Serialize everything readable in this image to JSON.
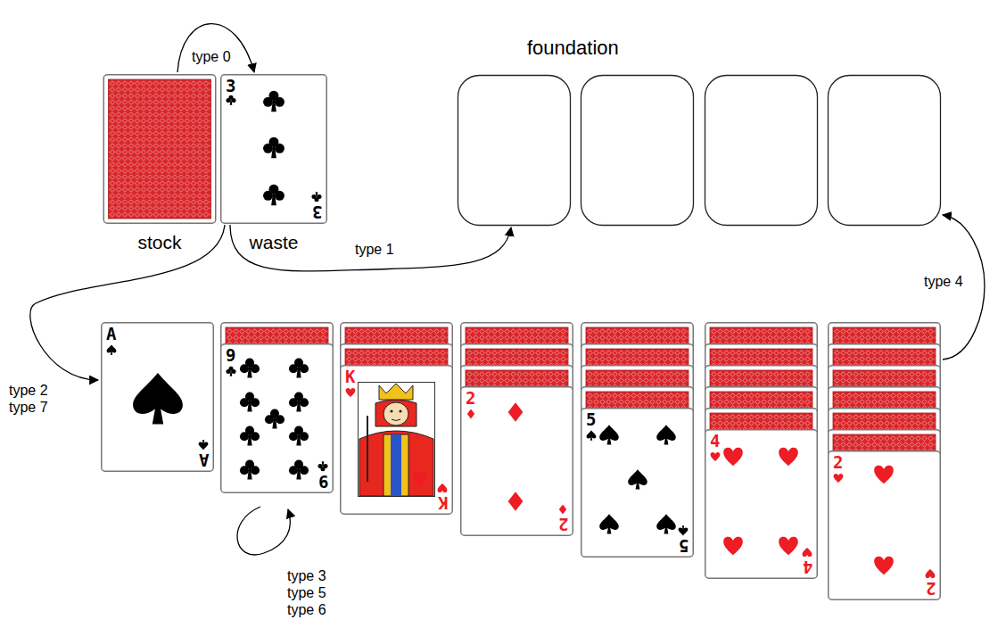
{
  "diagram": {
    "nodes": [
      {
        "text": [
          "stock"
        ]
      },
      {
        "text": [
          "3",
          "3",
          "waste"
        ]
      },
      {
        "text": [
          "foundation"
        ]
      },
      {
        "text": [
          "A",
          "A"
        ]
      },
      {
        "text": [
          "9",
          "9"
        ]
      },
      {
        "text": [
          "K",
          "K"
        ]
      },
      {
        "text": [
          "2",
          "2"
        ]
      },
      {
        "text": [
          "5",
          "5"
        ]
      },
      {
        "text": [
          "4",
          "4"
        ]
      },
      {
        "text": [
          "2",
          "2"
        ]
      }
    ],
    "edges": [
      {
        "from": 0,
        "to": 1,
        "arrow": "to",
        "label": "type 0"
      },
      {
        "from": 1,
        "to": 2,
        "arrow": "to",
        "label": "type 1"
      },
      {
        "from": 1,
        "to": 3,
        "arrow": "to",
        "label": "type 2 type 7"
      },
      {
        "from": 9,
        "to": 2,
        "arrow": "to",
        "label": "type 4"
      }
    ],
    "labels": [
      "type 3 type 5 type 6"
    ]
  }
}
